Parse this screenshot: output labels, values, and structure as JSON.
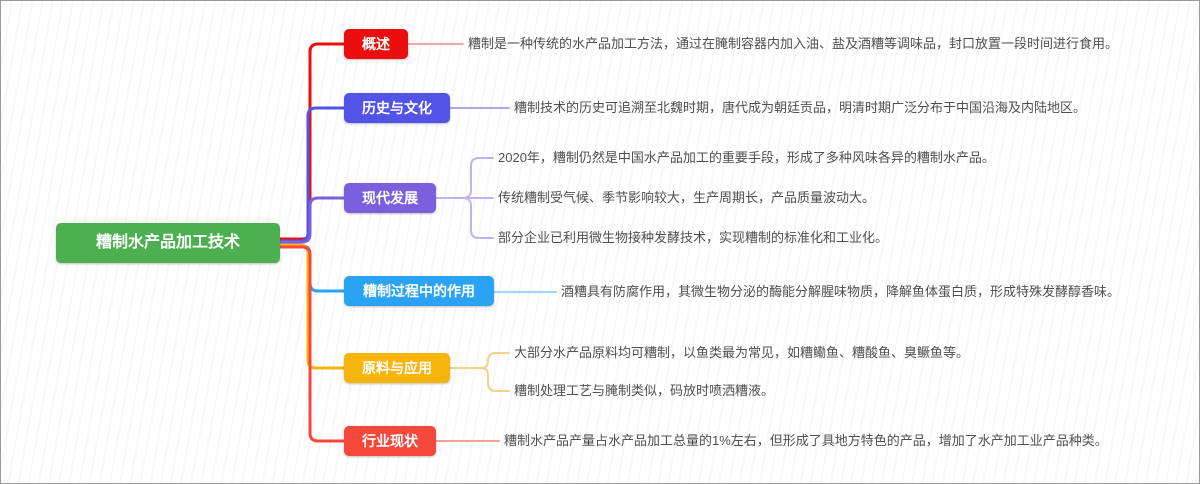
{
  "canvas": {
    "border_color": "#9a9a9a",
    "stripe_color": "#f1f1f4",
    "leaf_text_color": "#4f4f4f"
  },
  "root": {
    "label": "糟制水产品加工技术",
    "color": "#4caf50"
  },
  "branches": [
    {
      "label": "概述",
      "color": "#ec0e0e",
      "leaf_line_color": "#eda9a4",
      "leaves": [
        {
          "text": "糟制是一种传统的水产品加工方法，通过在腌制容器内加入油、盐及酒糟等调味品，封口放置一段时间进行食用。"
        }
      ]
    },
    {
      "label": "历史与文化",
      "color": "#5352e9",
      "leaf_line_color": "#abaaee",
      "leaves": [
        {
          "text": "糟制技术的历史可追溯至北魏时期，唐代成为朝廷贡品，明清时期广泛分布于中国沿海及内陆地区。"
        }
      ]
    },
    {
      "label": "现代发展",
      "color": "#7a60dc",
      "leaf_line_color": "#c0b2ec",
      "leaves": [
        {
          "text": "2020年，糟制仍然是中国水产品加工的重要手段，形成了多种风味各异的糟制水产品。"
        },
        {
          "text": "传统糟制受气候、季节影响较大，生产周期长，产品质量波动大。"
        },
        {
          "text": "部分企业已利用微生物接种发酵技术，实现糟制的标准化和工业化。"
        }
      ]
    },
    {
      "label": "糟制过程中的作用",
      "color": "#2ba3f5",
      "leaf_line_color": "#a2d6f9",
      "leaves": [
        {
          "text": "酒糟具有防腐作用，其微生物分泌的酶能分解腥味物质，降解鱼体蛋白质，形成特殊发酵醇香味。"
        }
      ]
    },
    {
      "label": "原料与应用",
      "color": "#f7b50c",
      "leaf_line_color": "#f3d18e",
      "leaves": [
        {
          "text": "大部分水产品原料均可糟制，以鱼类最为常见，如糟鳓鱼、糟酸鱼、臭鳜鱼等。"
        },
        {
          "text": "糟制处理工艺与腌制类似，码放时喷洒糟液。"
        }
      ]
    },
    {
      "label": "行业现状",
      "color": "#f4483c",
      "leaf_line_color": "#f29f96",
      "leaves": [
        {
          "text": "糟制水产品产量占水产品加工总量的1%左右，但形成了具地方特色的产品，增加了水产加工业产品种类。"
        }
      ]
    }
  ]
}
